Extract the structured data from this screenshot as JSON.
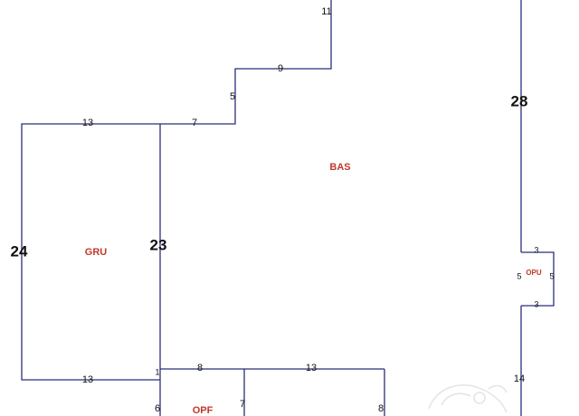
{
  "areas": {
    "bas": "BAS",
    "gru": "GRU",
    "opu": "OPU",
    "opf": "OPF"
  },
  "dimensions": {
    "top_11": "11",
    "step_9": "9",
    "step_5": "5",
    "top_7": "7",
    "gru_top_13": "13",
    "gru_left_24": "24",
    "gru_right_23": "23",
    "gru_bottom_13": "13",
    "right_28": "28",
    "right_14": "14",
    "opu_top_3": "3",
    "opu_left_5": "5",
    "opu_right_5": "5",
    "opu_bottom_3": "3",
    "bottom_8": "8",
    "bottom_13": "13",
    "corner_1": "1",
    "opf_left_6": "6",
    "opf_mid_7": "7",
    "opf_right_8": "8"
  },
  "colors": {
    "wall": "#2b2f7a",
    "area_label": "#c0392b",
    "dimension_text": "#111111"
  }
}
